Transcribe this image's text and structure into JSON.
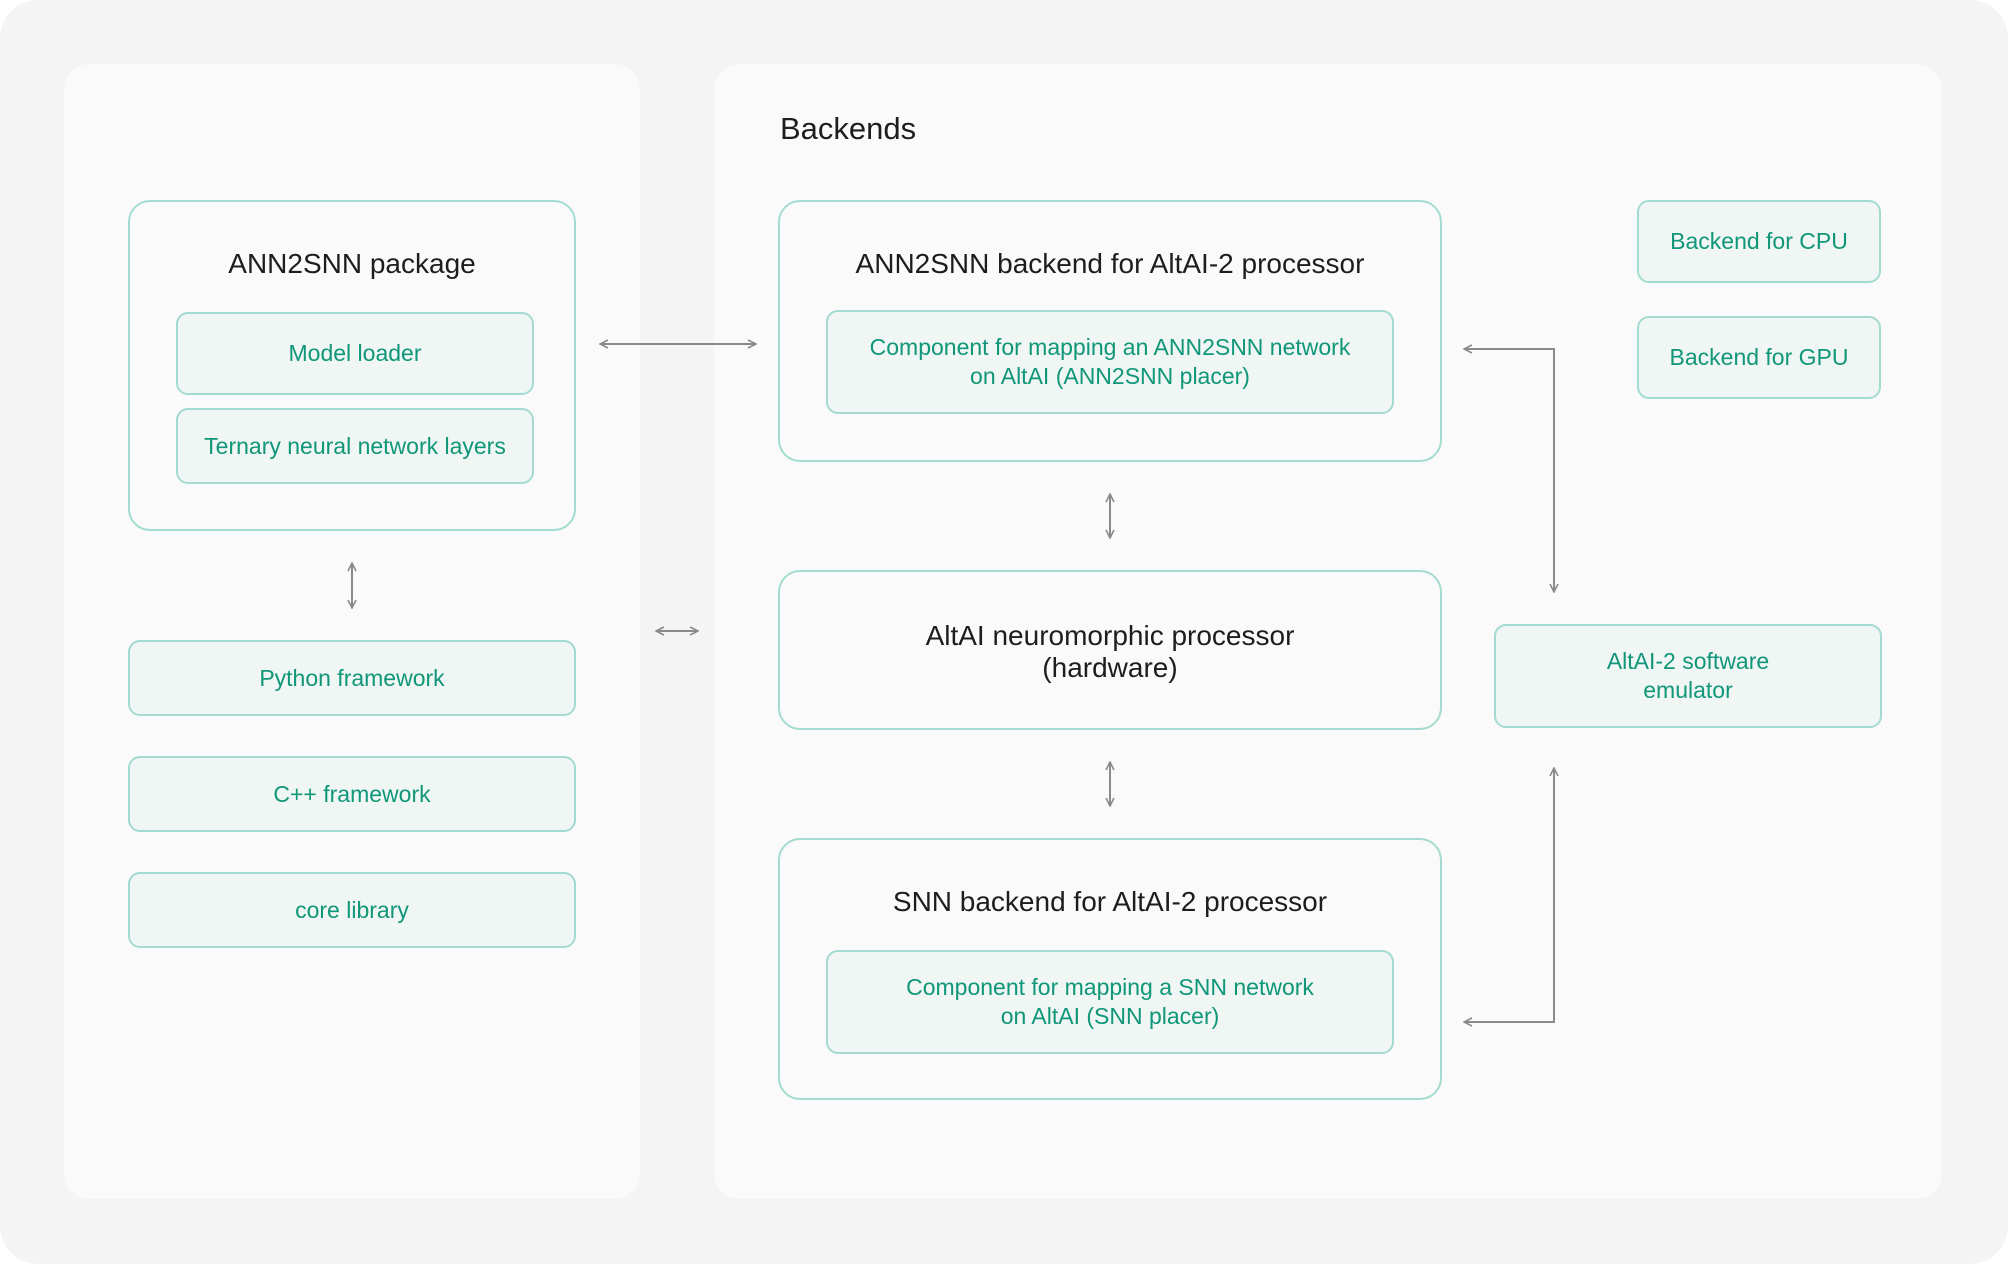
{
  "left_panel": {
    "ann2snn_package": {
      "title": "ANN2SNN package",
      "items": [
        "Model loader",
        "Ternary neural network layers"
      ]
    },
    "frameworks": [
      "Python framework",
      "C++ framework",
      "core library"
    ]
  },
  "backends_panel": {
    "heading": "Backends",
    "ann2snn_backend": {
      "title": "ANN2SNN backend for AltAI-2 processor",
      "component": "Component for mapping an ANN2SNN network\non AltAI (ANN2SNN placer)"
    },
    "processor": {
      "title": "AltAI neuromorphic processor\n(hardware)"
    },
    "snn_backend": {
      "title": "SNN backend for AltAI-2 processor",
      "component": "Component for mapping a SNN network\non AltAI (SNN placer)"
    },
    "cpu_backend": "Backend for CPU",
    "gpu_backend": "Backend for GPU",
    "emulator": "AltAI-2 software\nemulator"
  },
  "colors": {
    "accent_text": "#109678",
    "border": "#a4dbd0",
    "chip_fill": "#eff6f4",
    "arrow": "#8a8a8a",
    "panel": "#fafafa",
    "background": "#f4f4f4"
  }
}
